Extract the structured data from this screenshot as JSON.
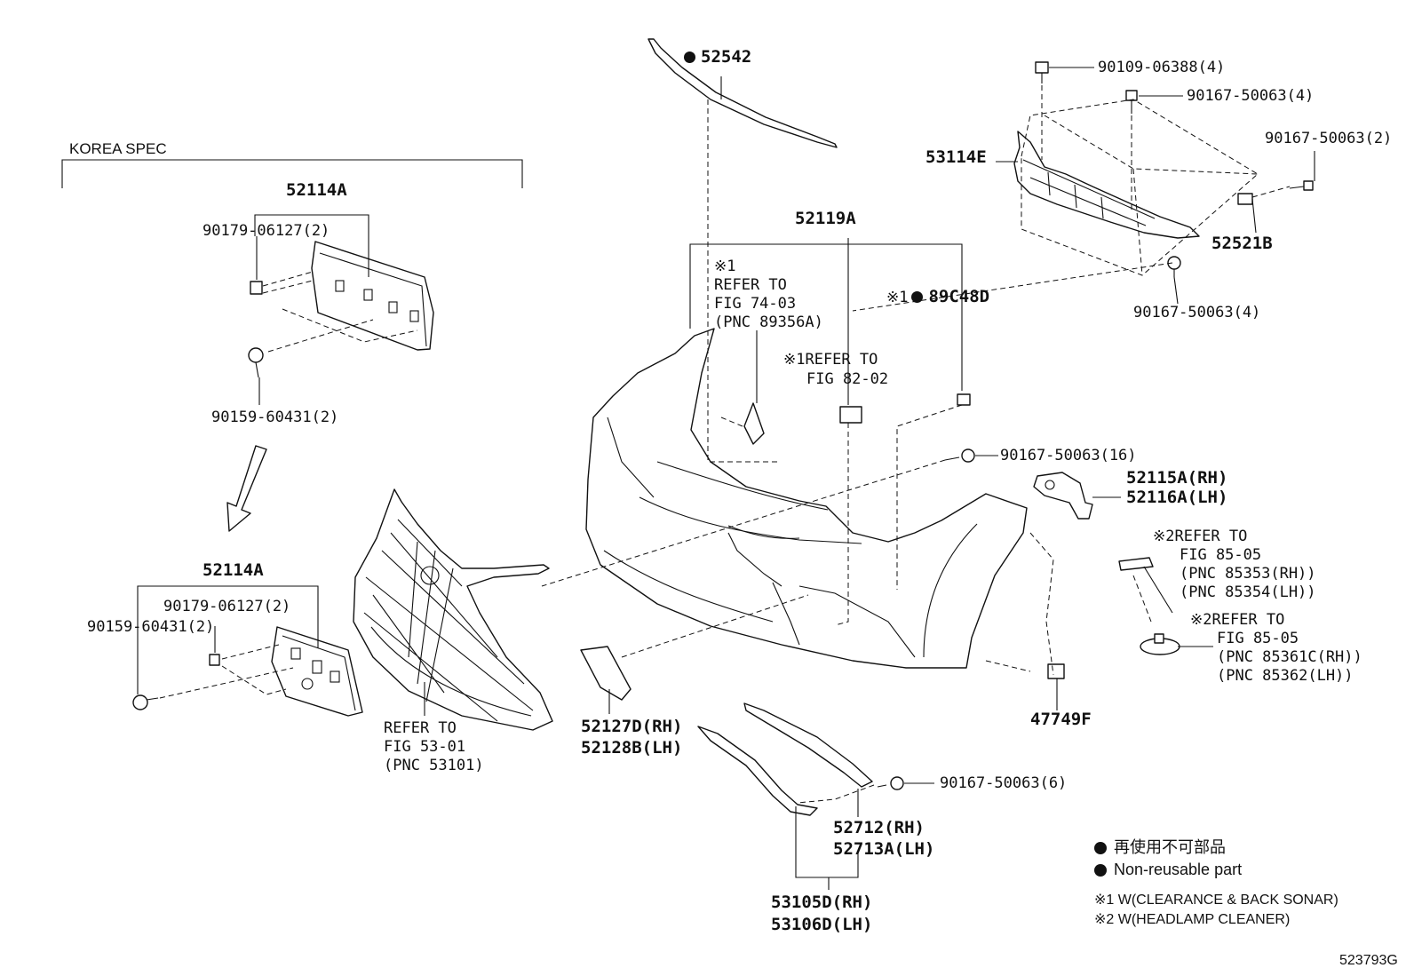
{
  "diagram": {
    "figure_id": "523793G",
    "sections": {
      "korea_spec": "KOREA SPEC"
    },
    "nonreusable_marks": [
      "52542",
      "89C48D"
    ],
    "parts": {
      "p52542": "52542",
      "p53114E": "53114E",
      "p90109_06388": "90109-06388(4)",
      "p90167_50063_4a": "90167-50063(4)",
      "p90167_50063_2": "90167-50063(2)",
      "p52521B": "52521B",
      "p90167_50063_4b": "90167-50063(4)",
      "p52119A": "52119A",
      "p89C48D": "89C48D",
      "p90167_50063_16": "90167-50063(16)",
      "p52115A": "52115A(RH)",
      "p52116A": "52116A(LH)",
      "p47749F": "47749F",
      "p52127D": "52127D(RH)",
      "p52128B": "52128B(LH)",
      "p90167_50063_6": "90167-50063(6)",
      "p52712": "52712(RH)",
      "p52713A": "52713A(LH)",
      "p53105D": "53105D(RH)",
      "p53106D": "53106D(LH)",
      "p52114A_top": "52114A",
      "p90179_06127_top": "90179-06127(2)",
      "p90159_60431_top": "90159-60431(2)",
      "p52114A_bot": "52114A",
      "p90179_06127_bot": "90179-06127(2)",
      "p90159_60431_bot": "90159-60431(2)"
    },
    "refs": {
      "ref_74_03": [
        "※1",
        "REFER TO",
        "FIG 74-03",
        "(PNC 89356A)"
      ],
      "ref_82_02": [
        "※1REFER TO",
        "FIG 82-02"
      ],
      "ref_89c48d_mark": "※1",
      "ref_85_05_a": [
        "※2REFER TO",
        "FIG 85-05",
        "(PNC 85353(RH))",
        "(PNC 85354(LH))"
      ],
      "ref_85_05_b": [
        "※2REFER TO",
        "FIG 85-05",
        "(PNC 85361C(RH))",
        "(PNC 85362(LH))"
      ],
      "ref_53_01": [
        "REFER TO",
        "FIG 53-01",
        "(PNC 53101)"
      ]
    },
    "legend": {
      "nonreusable_jp": "再使用不可部品",
      "nonreusable_en": "Non-reusable part",
      "note1": "※1 W(CLEARANCE & BACK SONAR)",
      "note2": "※2 W(HEADLAMP CLEANER)"
    }
  }
}
